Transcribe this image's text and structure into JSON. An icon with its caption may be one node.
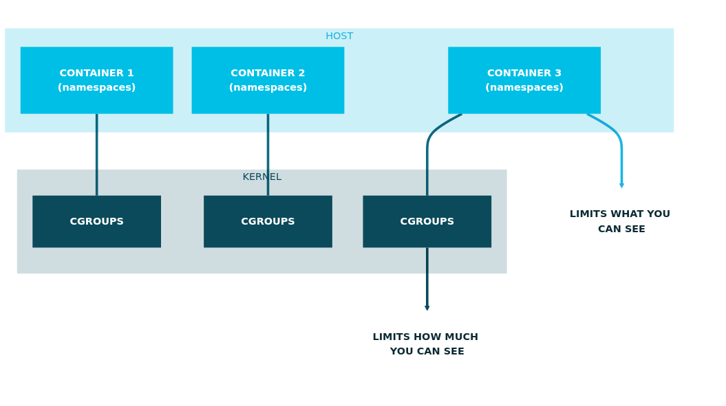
{
  "diagram": {
    "nodes": [
      {
        "text": [
          "HOST"
        ]
      },
      {
        "text": [
          "CONTAINER 1",
          "(namespaces)"
        ],
        "in": 0
      },
      {
        "text": [
          "CONTAINER 2",
          "(namespaces)"
        ],
        "in": 0
      },
      {
        "text": [
          "CONTAINER 3",
          "(namespaces)"
        ],
        "in": 0
      },
      {
        "text": [
          "KERNEL"
        ]
      },
      {
        "text": [
          "CGROUPS"
        ],
        "in": 4
      },
      {
        "text": [
          "CGROUPS"
        ],
        "in": 4
      },
      {
        "text": [
          "CGROUPS"
        ],
        "in": 4
      },
      {
        "text": [
          "LIMITS WHAT YOU CAN SEE"
        ]
      },
      {
        "text": [
          "LIMITS HOW MUCH YOU CAN SEE"
        ]
      }
    ],
    "edges": [
      {
        "from": 1,
        "to": 5,
        "arrow": "none"
      },
      {
        "from": 2,
        "to": 6,
        "arrow": "none"
      },
      {
        "from": 3,
        "to": 7,
        "arrow": "none"
      },
      {
        "from": 3,
        "to": 8,
        "arrow": "to",
        "color": "#1eb4e0"
      },
      {
        "from": 7,
        "to": 9,
        "arrow": "to",
        "color": "#0b4a5a"
      }
    ]
  }
}
